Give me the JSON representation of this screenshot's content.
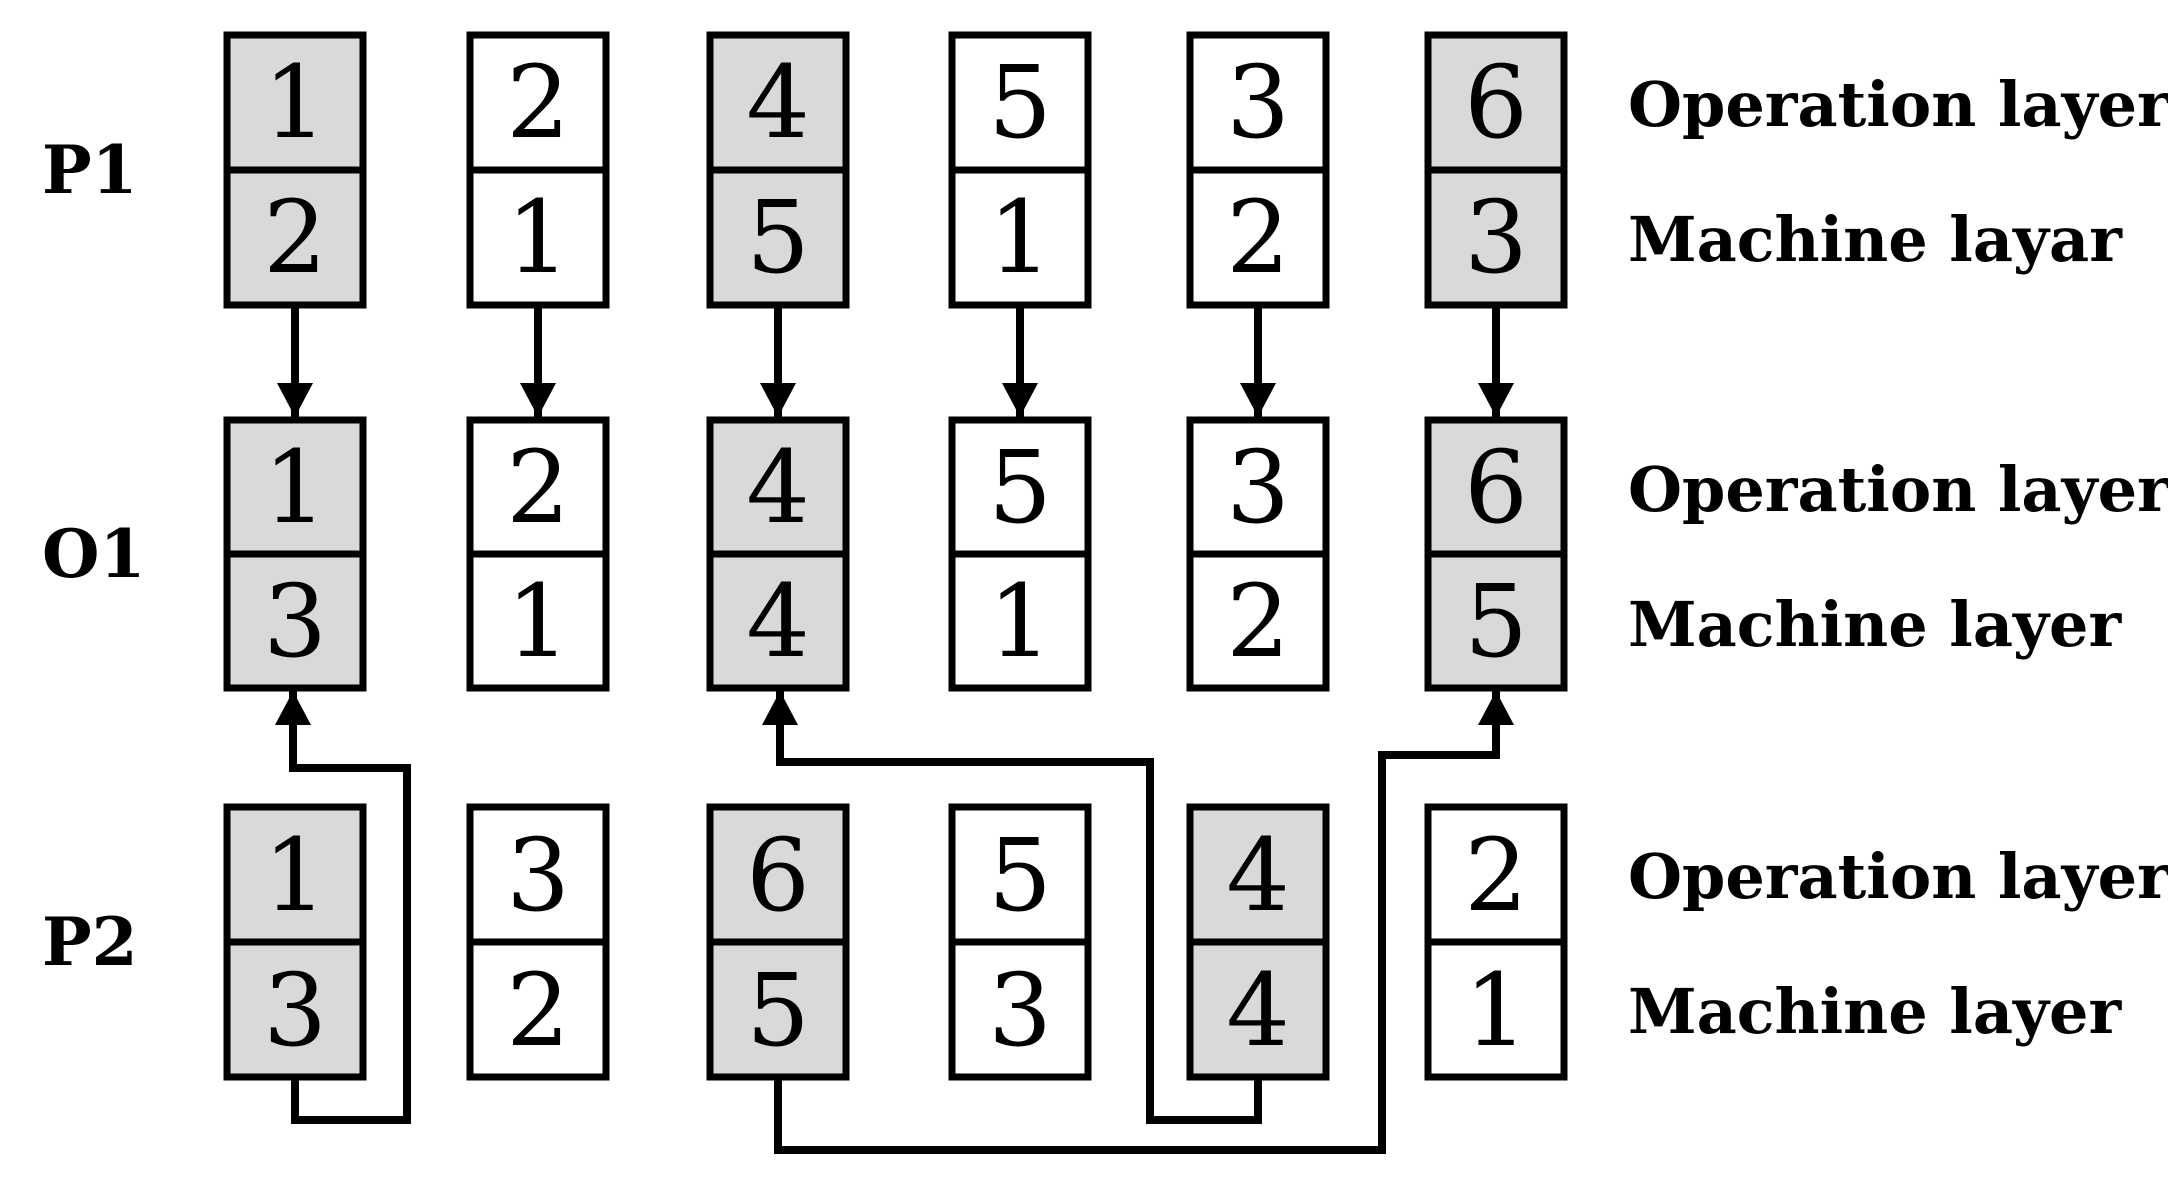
{
  "diagram": {
    "title_semantics": "Two-layer chromosome crossover: parents P1 and P2 produce offspring O1",
    "rows": [
      {
        "name": "P1",
        "side_labels": {
          "operation": "Operation layer",
          "machine": "Machine layar"
        },
        "columns": [
          {
            "operation": "1",
            "machine": "2",
            "shaded": true,
            "fill": "#d9d9d9"
          },
          {
            "operation": "2",
            "machine": "1",
            "shaded": false,
            "fill": "#ffffff"
          },
          {
            "operation": "4",
            "machine": "5",
            "shaded": true,
            "fill": "#d9d9d9"
          },
          {
            "operation": "5",
            "machine": "1",
            "shaded": false,
            "fill": "#ffffff"
          },
          {
            "operation": "3",
            "machine": "2",
            "shaded": false,
            "fill": "#ffffff"
          },
          {
            "operation": "6",
            "machine": "3",
            "shaded": true,
            "fill": "#d9d9d9"
          }
        ]
      },
      {
        "name": "O1",
        "side_labels": {
          "operation": "Operation layer",
          "machine": "Machine layer"
        },
        "columns": [
          {
            "operation": "1",
            "machine": "3",
            "shaded": true,
            "fill": "#d9d9d9"
          },
          {
            "operation": "2",
            "machine": "1",
            "shaded": false,
            "fill": "#ffffff"
          },
          {
            "operation": "4",
            "machine": "4",
            "shaded": true,
            "fill": "#d9d9d9"
          },
          {
            "operation": "5",
            "machine": "1",
            "shaded": false,
            "fill": "#ffffff"
          },
          {
            "operation": "3",
            "machine": "2",
            "shaded": false,
            "fill": "#ffffff"
          },
          {
            "operation": "6",
            "machine": "5",
            "shaded": true,
            "fill": "#d9d9d9"
          }
        ]
      },
      {
        "name": "P2",
        "side_labels": {
          "operation": "Operation layer",
          "machine": "Machine layer"
        },
        "columns": [
          {
            "operation": "1",
            "machine": "3",
            "shaded": true,
            "fill": "#d9d9d9"
          },
          {
            "operation": "3",
            "machine": "2",
            "shaded": false,
            "fill": "#ffffff"
          },
          {
            "operation": "6",
            "machine": "5",
            "shaded": true,
            "fill": "#d9d9d9"
          },
          {
            "operation": "5",
            "machine": "3",
            "shaded": false,
            "fill": "#ffffff"
          },
          {
            "operation": "4",
            "machine": "4",
            "shaded": true,
            "fill": "#d9d9d9"
          },
          {
            "operation": "2",
            "machine": "1",
            "shaded": false,
            "fill": "#ffffff"
          }
        ]
      }
    ],
    "colors": {
      "shaded_fill": "#d9d9d9",
      "unshaded_fill": "#ffffff",
      "line": "#000000",
      "background": "#ffffff"
    },
    "connections": {
      "p1_to_o1": "Each P1 column has a straight arrow pointing down into the O1 column directly below it",
      "p2_to_o1": [
        {
          "from": "P2 column 1 (1/3)",
          "to": "O1 column 1 (1/3)"
        },
        {
          "from": "P2 column 5 (4/4)",
          "to": "O1 column 3 (4/4)"
        },
        {
          "from": "P2 column 3 (6/5)",
          "to": "O1 column 6 (6/5)"
        }
      ]
    }
  }
}
